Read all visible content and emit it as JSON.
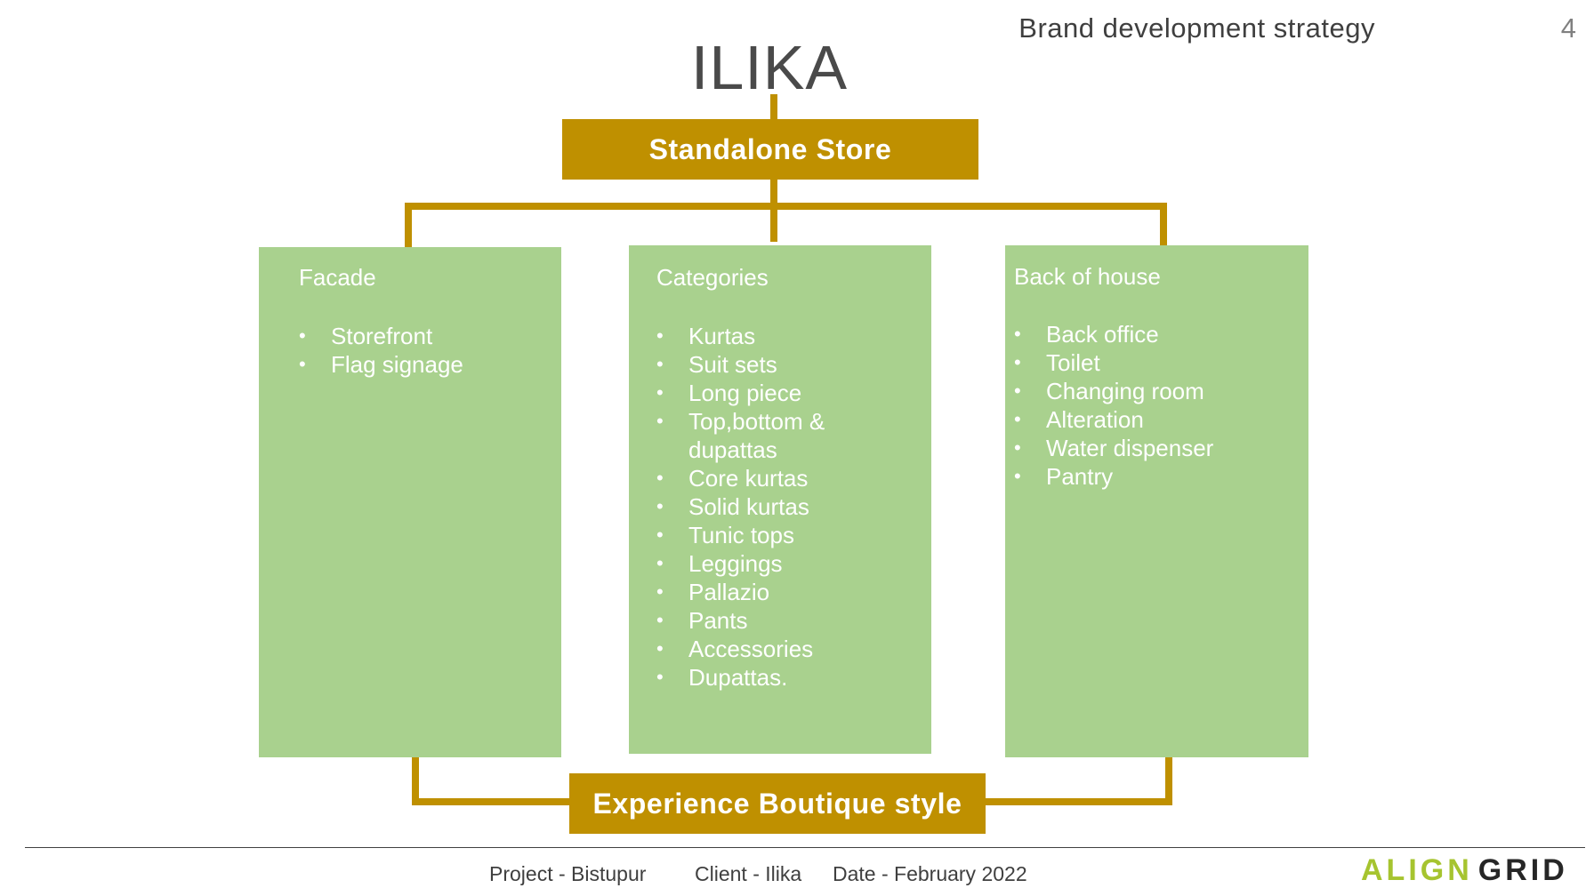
{
  "header": {
    "title": "Brand development strategy",
    "page_number": "4"
  },
  "title": "ILIKA",
  "diagram": {
    "top_box": "Standalone Store",
    "bottom_box": "Experience Boutique style",
    "columns": [
      {
        "heading": "Facade",
        "items": [
          "Storefront",
          "Flag signage"
        ]
      },
      {
        "heading": "Categories",
        "items": [
          "Kurtas",
          "Suit sets",
          "Long piece",
          "Top,bottom & dupattas",
          "Core kurtas",
          "Solid kurtas",
          "Tunic tops",
          "Leggings",
          "Pallazio",
          "Pants",
          "Accessories",
          "Dupattas."
        ]
      },
      {
        "heading": "Back of house",
        "items": [
          "Back office",
          "Toilet",
          "Changing room",
          "Alteration",
          "Water dispenser",
          "Pantry"
        ]
      }
    ]
  },
  "footer": {
    "project": "Project - Bistupur",
    "client": "Client - Ilika",
    "date": "Date -  February 2022",
    "logo_left": "ALIGN",
    "logo_right": "GRID"
  },
  "colors": {
    "gold": "#bf9000",
    "green": "#a9d18e",
    "logo_green": "#a6c42f",
    "logo_dark": "#262626"
  }
}
